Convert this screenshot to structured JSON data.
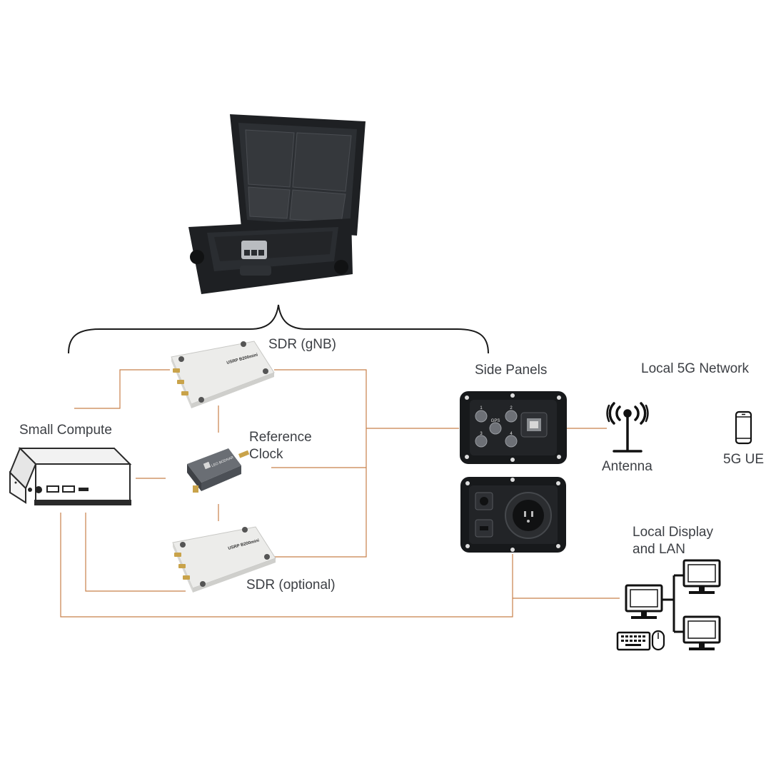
{
  "labels": {
    "sdr_gnb": "SDR (gNB)",
    "side_panels": "Side Panels",
    "local_5g_network": "Local 5G Network",
    "small_compute": "Small Compute",
    "reference_clock_line1": "Reference",
    "reference_clock_line2": "Clock",
    "antenna": "Antenna",
    "ue": "5G UE",
    "local_display_line1": "Local Display",
    "local_display_line2": "and LAN",
    "sdr_optional": "SDR (optional)"
  },
  "device_text": {
    "usrp_top": "USRP B200mini",
    "usrp_bottom": "USRP B200mini",
    "clock_brand": "LEO BODNAR",
    "panel_ports": [
      "1",
      "2",
      "3",
      "4"
    ],
    "panel_center": "GPS"
  },
  "colors": {
    "connector": "#c8804a",
    "bracket": "#1a1a1a",
    "label": "#3c3f44",
    "case": "#1e2023",
    "panel": "#17191b",
    "device_body": "#ececea"
  }
}
